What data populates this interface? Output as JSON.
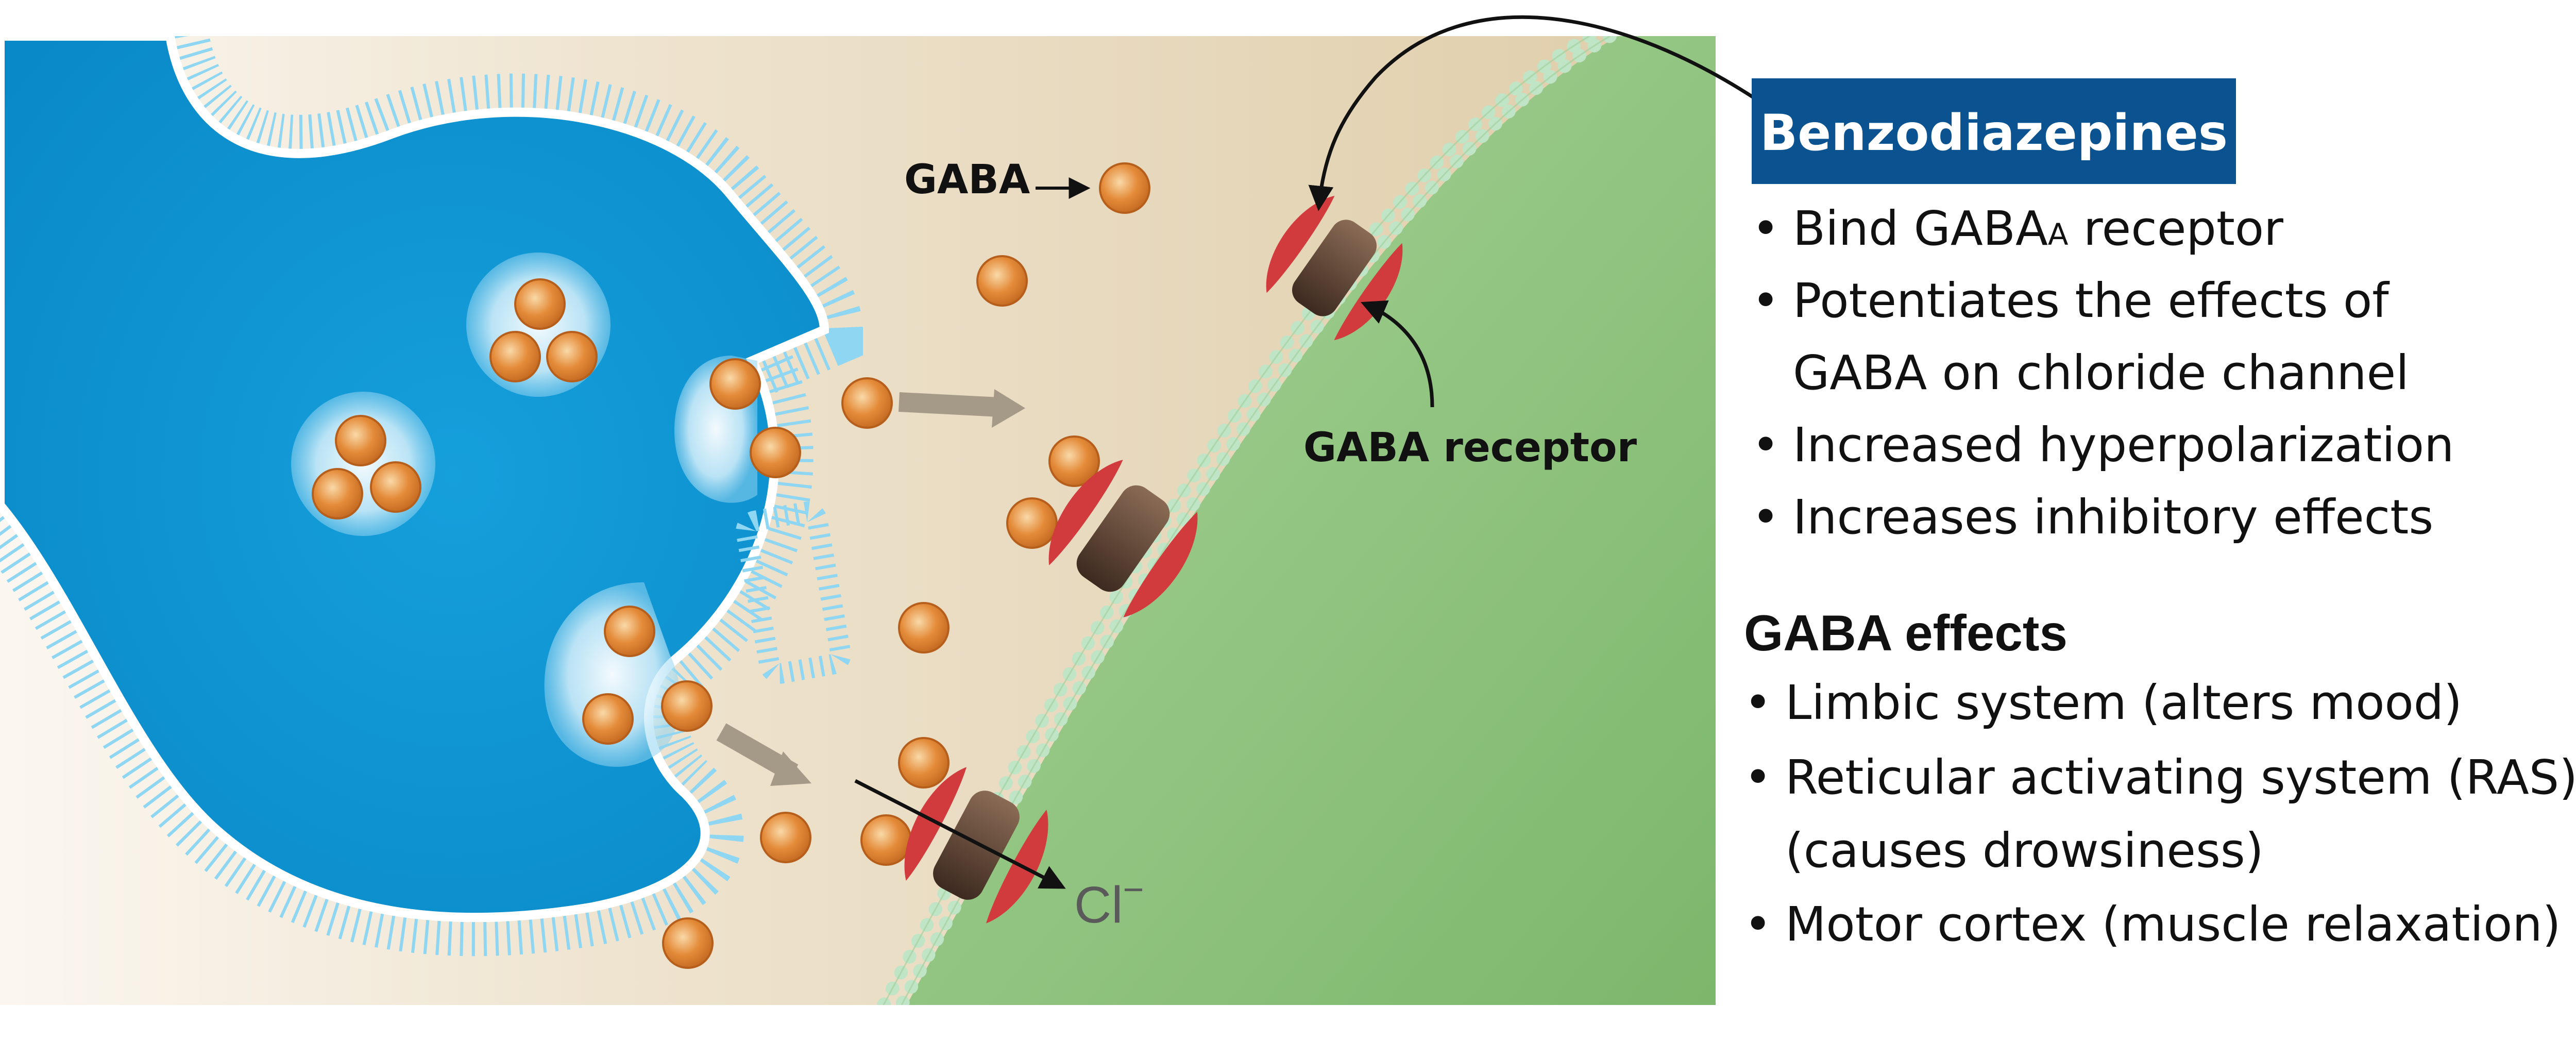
{
  "labels": {
    "gaba": "GABA",
    "gaba_receptor": "GABA receptor",
    "chloride_base": "Cl",
    "chloride_charge": "−"
  },
  "box": {
    "title": "Benzodiazepines",
    "bullets": [
      {
        "parts": [
          "Bind GABA",
          "A",
          " receptor"
        ]
      },
      {
        "lines": [
          "Potentiates the effects of",
          "GABA on chloride channel"
        ]
      },
      {
        "lines": [
          "Increased hyperpolarization"
        ]
      },
      {
        "lines": [
          "Increases inhibitory effects"
        ]
      }
    ]
  },
  "effects": {
    "title": "GABA effects",
    "bullets": [
      {
        "lines": [
          "Limbic system (alters mood)"
        ]
      },
      {
        "lines": [
          "Reticular activating system (RAS)",
          "(causes drowsiness)"
        ]
      },
      {
        "lines": [
          "Motor cortex (muscle relaxation)"
        ]
      }
    ]
  },
  "bullet_symbol": "•",
  "colors": {
    "title_bg": "#0b5390",
    "presynaptic": "#0d9ad6",
    "cleft": "#e6d7bd",
    "postsynaptic": "#8cc17c",
    "gaba_molecule": "#dd8234",
    "receptor": "#d23b3d",
    "membrane_dot": "#bfe4c6"
  },
  "icons": [
    "gaba-molecule",
    "vesicle",
    "gaba-receptor-channel",
    "phospholipid-bilayer"
  ]
}
